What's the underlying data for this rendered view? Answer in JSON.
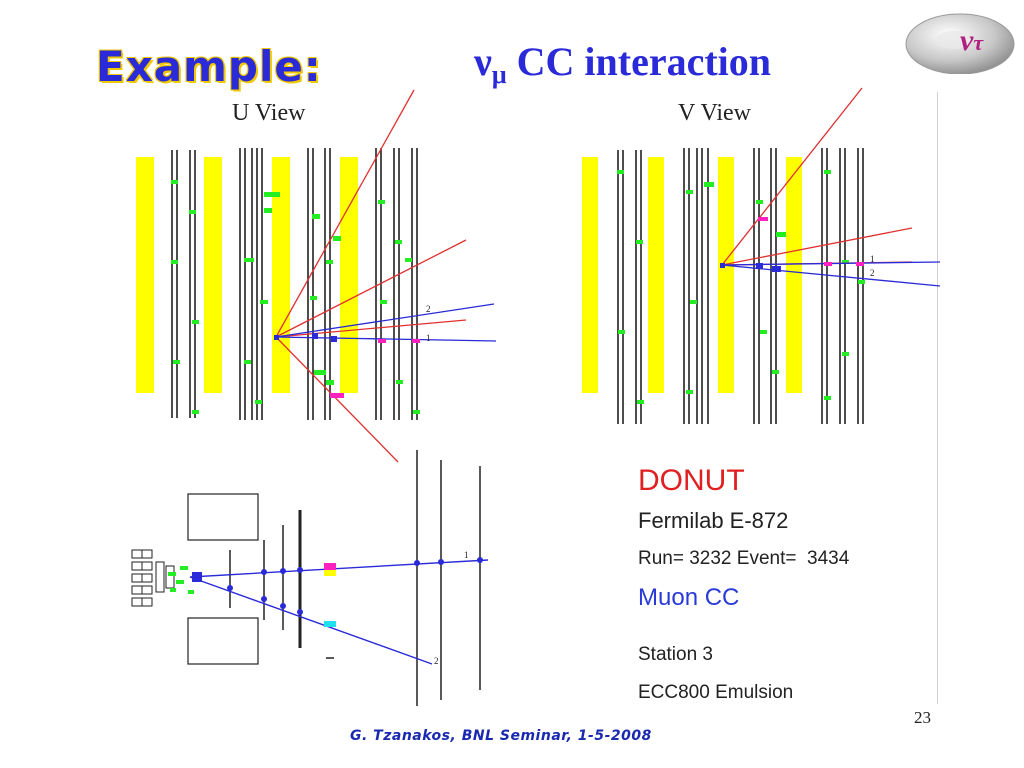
{
  "header": {
    "example_label": "Example:",
    "title_nu": "ν",
    "title_sub": "μ",
    "title_rest": "CC interaction"
  },
  "logo": {
    "nu": "ν",
    "tau": "τ"
  },
  "views": {
    "u_label": "U View",
    "v_label": "V View"
  },
  "track_labels": {
    "u_track_1": "1",
    "u_track_2": "2",
    "v_track_1": "1",
    "v_track_2": "2",
    "side_track_1": "1",
    "side_track_2": "2"
  },
  "info": {
    "experiment": "DONUT",
    "lab": "Fermilab E-872",
    "run_event": "Run= 3232 Event=  3434",
    "event_type": "Muon CC",
    "station": "Station 3",
    "emulsion": "ECC800 Emulsion"
  },
  "footer": {
    "text": "G. Tzanakos, BNL Seminar, 1-5-2008",
    "page_number": "23"
  },
  "colors": {
    "title_blue": "#2a2ad8",
    "yellow": "#ffff00",
    "hit_green": "#22ee22",
    "track_red": "#e03030",
    "track_blue": "#2a2ad8",
    "magenta": "#ff20c0",
    "donut_red": "#e02020"
  }
}
